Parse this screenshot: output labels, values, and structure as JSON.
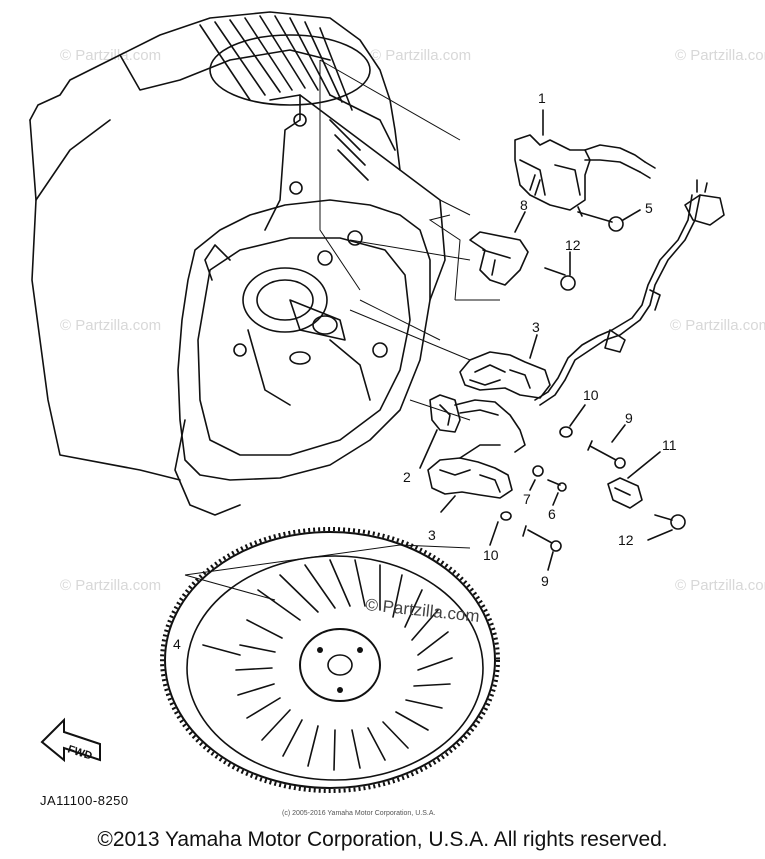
{
  "callouts": [
    {
      "id": "c1",
      "text": "1"
    },
    {
      "id": "c2",
      "text": "2"
    },
    {
      "id": "c3a",
      "text": "3"
    },
    {
      "id": "c3b",
      "text": "3"
    },
    {
      "id": "c4",
      "text": "4"
    },
    {
      "id": "c5",
      "text": "5"
    },
    {
      "id": "c6",
      "text": "6"
    },
    {
      "id": "c7",
      "text": "7"
    },
    {
      "id": "c8",
      "text": "8"
    },
    {
      "id": "c9a",
      "text": "9"
    },
    {
      "id": "c9b",
      "text": "9"
    },
    {
      "id": "c10a",
      "text": "10"
    },
    {
      "id": "c10b",
      "text": "10"
    },
    {
      "id": "c11",
      "text": "11"
    },
    {
      "id": "c12a",
      "text": "12"
    },
    {
      "id": "c12b",
      "text": "12"
    }
  ],
  "fwd_label": "FWD",
  "watermark": "© Partzilla.com",
  "watermark_main": "© Partzilla.com",
  "figure_code": "JA11100-8250",
  "small_copyright": "(c) 2005-2016 Yamaha Motor Corporation, U.S.A.",
  "footer": "©2013 Yamaha Motor Corporation, U.S.A. All rights reserved."
}
